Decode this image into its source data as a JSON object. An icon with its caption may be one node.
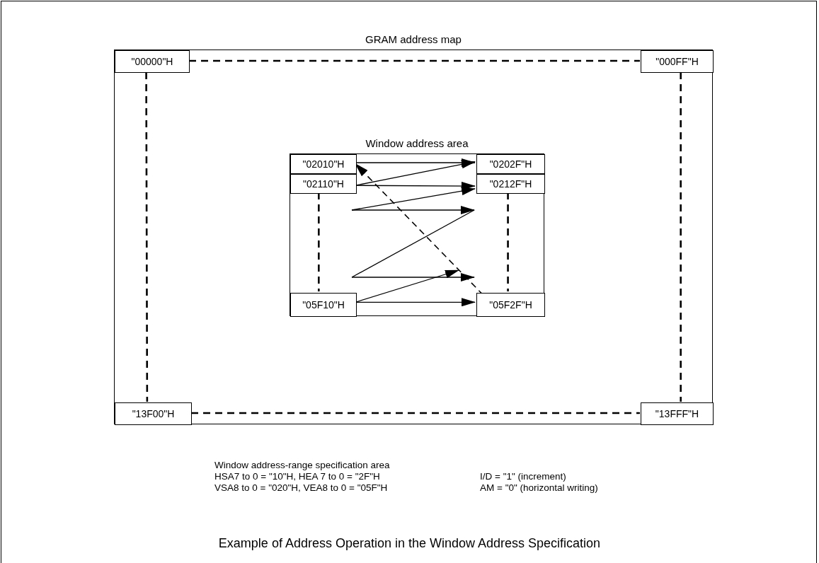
{
  "diagram": {
    "caption": "Example of Address Operation in the Window Address Specification",
    "nodes": [
      {
        "text": [
          "GRAM address map"
        ]
      },
      {
        "text": [
          "\"00000\"H"
        ],
        "in": 0
      },
      {
        "text": [
          "\"000FF\"H"
        ],
        "in": 0
      },
      {
        "text": [
          "\"13F00\"H"
        ],
        "in": 0
      },
      {
        "text": [
          "\"13FFF\"H"
        ],
        "in": 0
      },
      {
        "text": [
          "Window address area"
        ],
        "in": 0
      },
      {
        "text": [
          "\"02010\"H"
        ],
        "in": 5
      },
      {
        "text": [
          "\"0202F\"H"
        ],
        "in": 5
      },
      {
        "text": [
          "\"02110\"H"
        ],
        "in": 5
      },
      {
        "text": [
          "\"0212F\"H"
        ],
        "in": 5
      },
      {
        "text": [
          "\"05F10\"H"
        ],
        "in": 5
      },
      {
        "text": [
          "\"05F2F\"H"
        ],
        "in": 5
      }
    ],
    "edges": [
      {
        "from": 1,
        "to": 2,
        "arrow": "none",
        "style": "dashed"
      },
      {
        "from": 1,
        "to": 3,
        "arrow": "none",
        "style": "dashed"
      },
      {
        "from": 2,
        "to": 4,
        "arrow": "none",
        "style": "dashed"
      },
      {
        "from": 3,
        "to": 4,
        "arrow": "none",
        "style": "dashed"
      },
      {
        "from": 8,
        "to": 10,
        "arrow": "none",
        "style": "dashed"
      },
      {
        "from": 9,
        "to": 11,
        "arrow": "none",
        "style": "dashed"
      },
      {
        "from": 6,
        "to": 7,
        "arrow": "to"
      },
      {
        "from": 8,
        "to": 7,
        "arrow": "to"
      },
      {
        "from": 8,
        "to": 9,
        "arrow": "to"
      },
      {
        "from": null,
        "to": 9,
        "arrow": "to"
      },
      {
        "from": 10,
        "to": null,
        "arrow": "to"
      },
      {
        "from": 10,
        "to": 11,
        "arrow": "to"
      },
      {
        "from": 11,
        "to": 6,
        "arrow": "to",
        "style": "dashed"
      }
    ],
    "labels": [
      "Window address-range specification area",
      "HSA7 to 0 = \"10\"H, HEA 7 to 0 = \"2F\"H",
      "I/D = \"1\" (increment)",
      "VSA8 to 0 = \"020\"H, VEA8 to 0 = \"05F\"H",
      "AM = \"0\" (horizontal writing)"
    ]
  }
}
